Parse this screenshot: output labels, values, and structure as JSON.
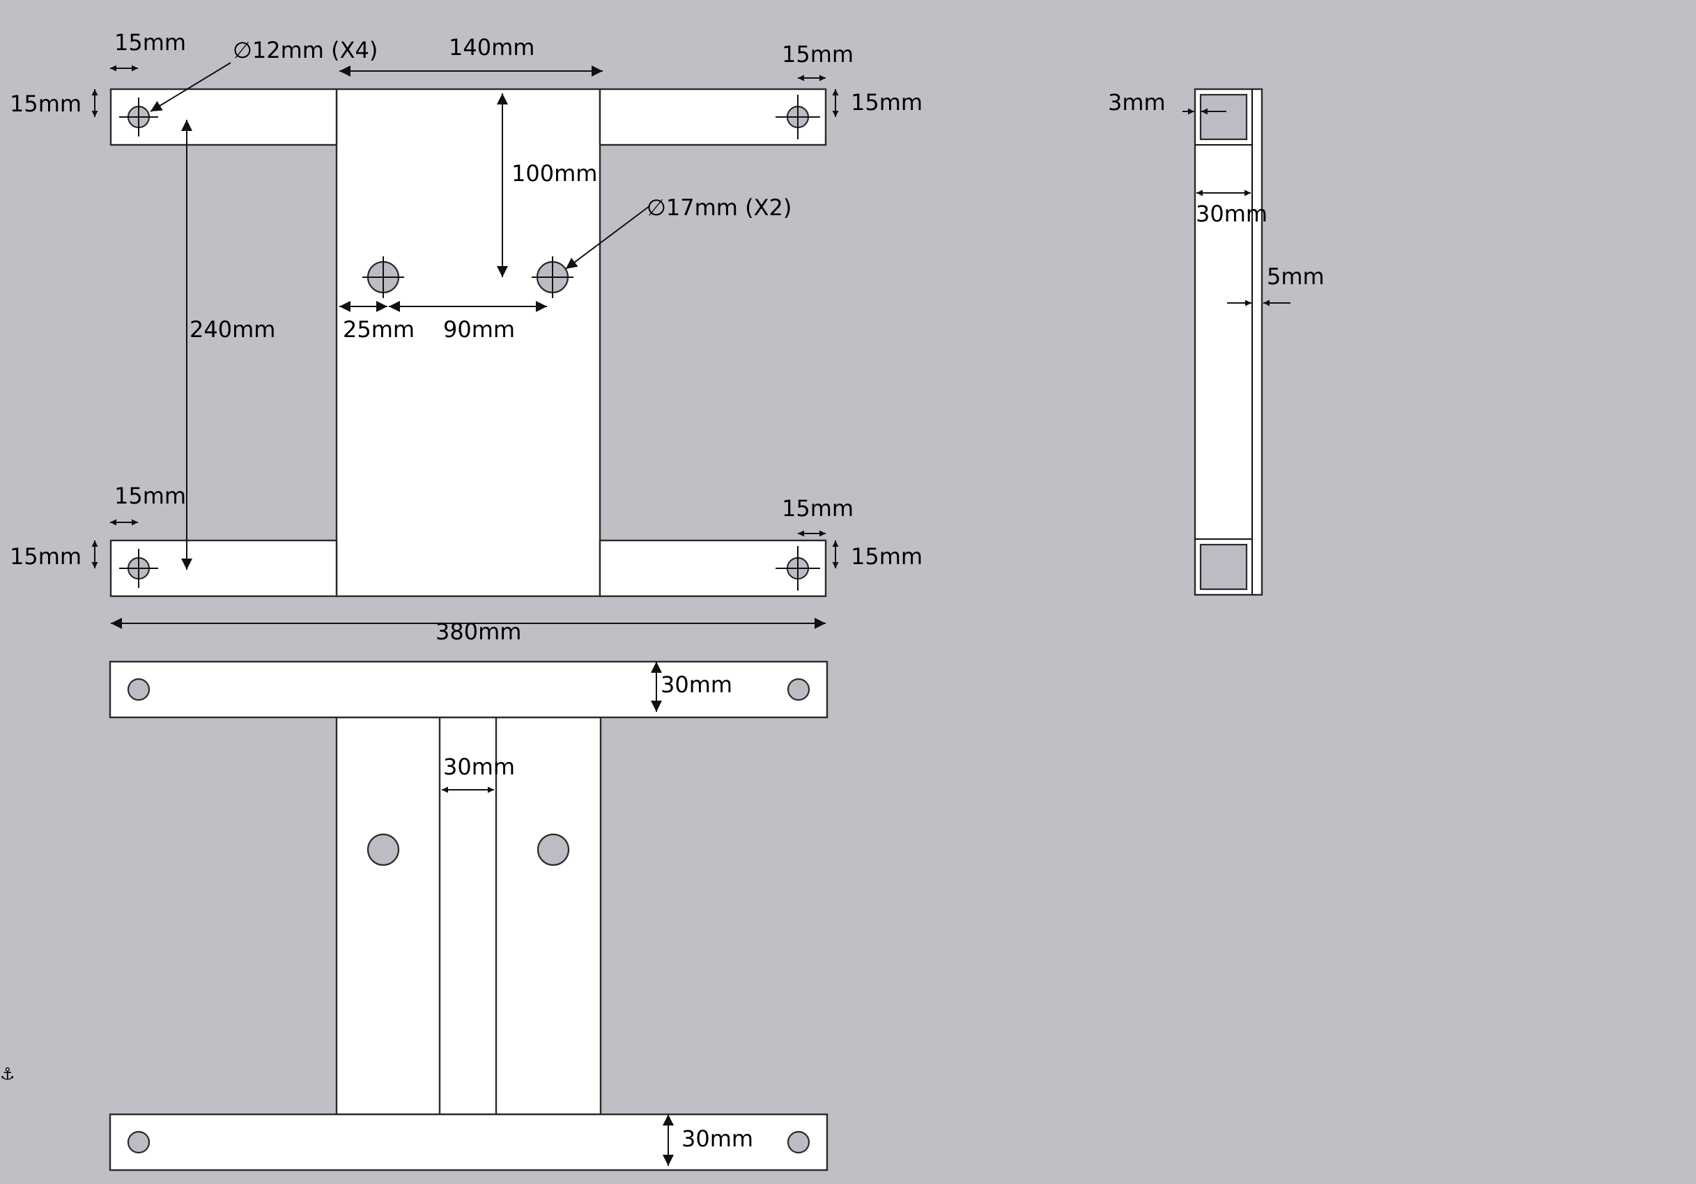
{
  "drawing": {
    "colors": {
      "background": "#bfbfc6",
      "part_fill": "#ffffff",
      "hole_fill": "#bcbcc4",
      "line": "#2a2a2a"
    },
    "anchor_glyph": "⚓",
    "front_view": {
      "hole_small_callout": "∅12mm (X4)",
      "hole_large_callout": "∅17mm (X2)",
      "top_left_x": "15mm",
      "top_left_y": "15mm",
      "top_right_x": "15mm",
      "top_right_y": "15mm",
      "bottom_left_x": "15mm",
      "bottom_left_y": "15mm",
      "bottom_right_x": "15mm",
      "bottom_right_y": "15mm",
      "center_width": "140mm",
      "center_hole_depth": "100mm",
      "hole_edge_offset": "25mm",
      "hole_spacing": "90mm",
      "hole_vertical_spacing": "240mm",
      "overall_width": "380mm"
    },
    "bottom_view": {
      "top_flange_height": "30mm",
      "channel_width": "30mm",
      "bottom_flange_height": "30mm"
    },
    "side_view": {
      "wall_thickness": "3mm",
      "depth": "30mm",
      "plate_thickness": "5mm"
    }
  }
}
